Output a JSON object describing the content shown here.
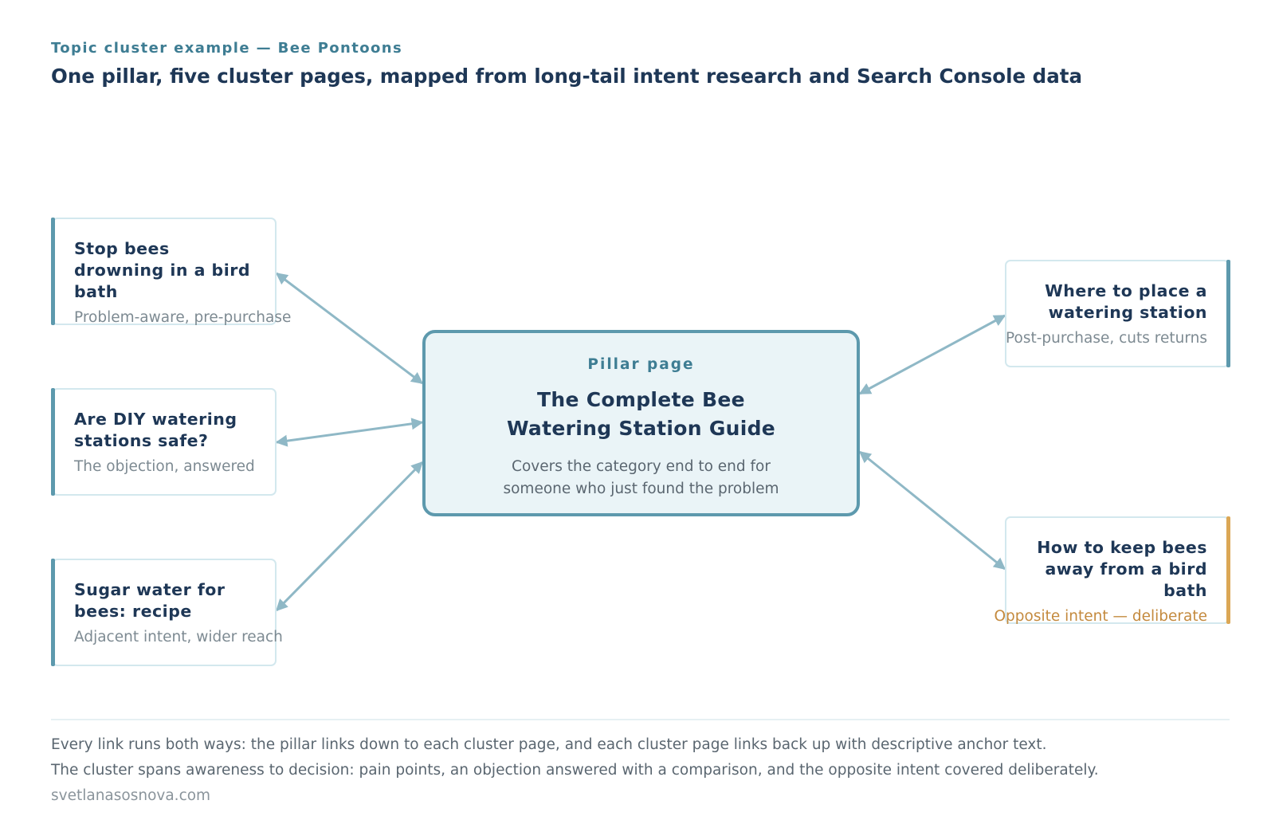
{
  "header": {
    "eyebrow": "Topic cluster example — Bee Pontoons",
    "headline": "One pillar, five cluster pages, mapped from long-tail intent research and Search Console data"
  },
  "pillar": {
    "label": "Pillar page",
    "title": "The Complete Bee Watering Station Guide",
    "description": "Covers the category end to end for someone who just found the problem"
  },
  "clusters": [
    {
      "title": "Stop bees drowning in a bird bath",
      "subtitle": "Problem-aware, pre-purchase"
    },
    {
      "title": "Are DIY watering stations safe?",
      "subtitle": "The objection, answered"
    },
    {
      "title": "Sugar water for bees: recipe",
      "subtitle": "Adjacent intent, wider reach"
    },
    {
      "title": "Where to place a watering station",
      "subtitle": "Post-purchase, cuts returns"
    },
    {
      "title": "How to keep bees away from a bird bath",
      "subtitle": "Opposite intent — deliberate"
    }
  ],
  "footer": {
    "note1": "Every link runs both ways: the pillar links down to each cluster page, and each cluster page links back up with descriptive anchor text.",
    "note2": "The cluster spans awareness to decision: pain points, an objection answered with a comparison, and the opposite intent covered deliberately.",
    "source": "svetlanasosnova.com"
  },
  "colors": {
    "accent": "#5d99ad",
    "link": "#8fb8c6",
    "heading": "#1e3756",
    "warning": "#dba755"
  }
}
